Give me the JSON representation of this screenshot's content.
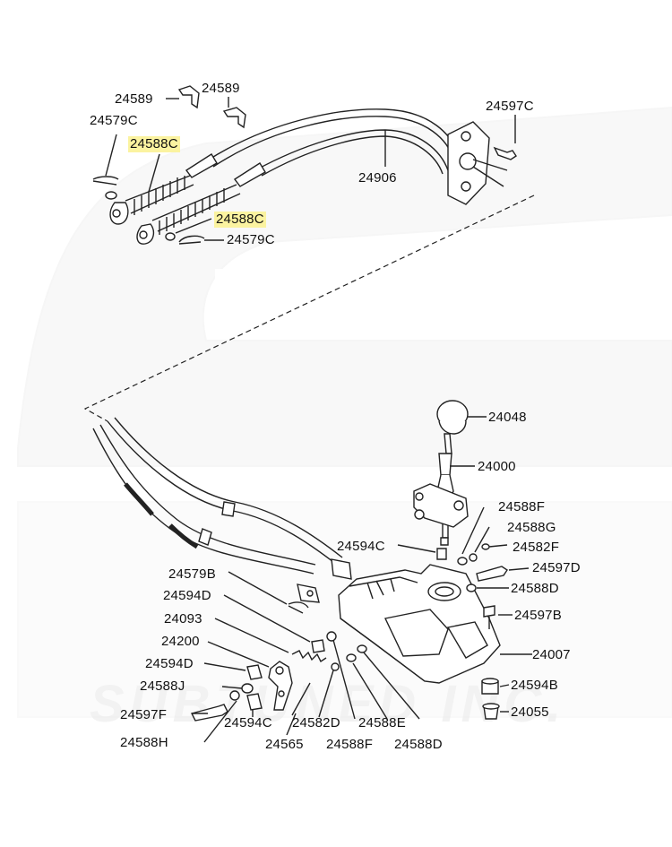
{
  "watermark": {
    "text": "SUBTUNED INC.",
    "color": "#f5f5f5"
  },
  "highlight_color": "#fbf3a0",
  "labels": {
    "l1": "24589",
    "l2": "24589",
    "l3": "24579C",
    "l4": "24588C",
    "l5": "24597C",
    "l6": "24906",
    "l7": "24588C",
    "l8": "24579C",
    "l9": "24048",
    "l10": "24000",
    "l11": "24588F",
    "l12": "24588G",
    "l13": "24594C",
    "l14": "24582F",
    "l15": "24597D",
    "l16": "24588D",
    "l17": "24579B",
    "l18": "24594D",
    "l19": "24597B",
    "l20": "24093",
    "l21": "24200",
    "l22": "24007",
    "l23": "24594D",
    "l24": "24588J",
    "l25": "24594B",
    "l26": "24055",
    "l27": "24597F",
    "l28": "24594C",
    "l29": "24582D",
    "l30": "24588E",
    "l31": "24588H",
    "l32": "24565",
    "l33": "24588F",
    "l34": "24588D"
  }
}
